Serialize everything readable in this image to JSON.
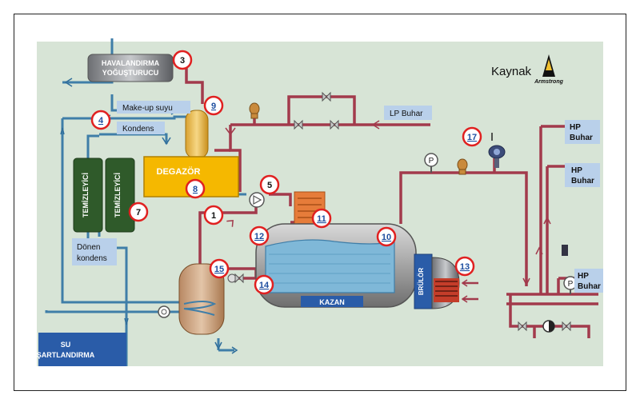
{
  "source": {
    "label": "Kaynak",
    "logo_text": "Armstrong"
  },
  "equipment": {
    "vent_condenser": [
      "HAVALANDIRMA",
      "YOĞUŞTURUCU"
    ],
    "deaerator": "DEGAZÖR",
    "softener_1": "TEMİZLEYİCİ",
    "softener_2": "TEMİZLEYİCİ",
    "boiler": "KAZAN",
    "burner": "BRÜLÖR",
    "water_treatment": [
      "SU",
      "ŞARTLANDIRMA"
    ]
  },
  "labels": {
    "makeup": "Make-up suyu",
    "condensate": "Kondens",
    "return_condensate": [
      "Dönen",
      "kondens"
    ],
    "lp_steam": "LP Buhar",
    "hp_steam_1": [
      "HP",
      "Buhar"
    ],
    "hp_steam_2": [
      "HP",
      "Buhar"
    ],
    "hp_steam_3": [
      "HP",
      "Buhar"
    ],
    "pressure_symbol": "P"
  },
  "callouts": {
    "n1": "1",
    "n3": "3",
    "n4": "4",
    "n5": "5",
    "n7": "7",
    "n8": "8",
    "n9": "9",
    "n10": "10",
    "n11": "11",
    "n12": "12",
    "n13": "13",
    "n14": "14",
    "n15": "15",
    "n17": "17"
  },
  "colors": {
    "background": "#d7e4d6",
    "steam_pipe": "#a23a4c",
    "water_pipe": "#3f7ea8",
    "deaerator": "#f5b800",
    "softener": "#2f5a2a",
    "boiler_shell": "#9a9a9a",
    "boiler_water": "#7fb8d8",
    "panel": "#2a5ca8",
    "label_box": "#b9d0ea",
    "callout": "#e02020"
  }
}
